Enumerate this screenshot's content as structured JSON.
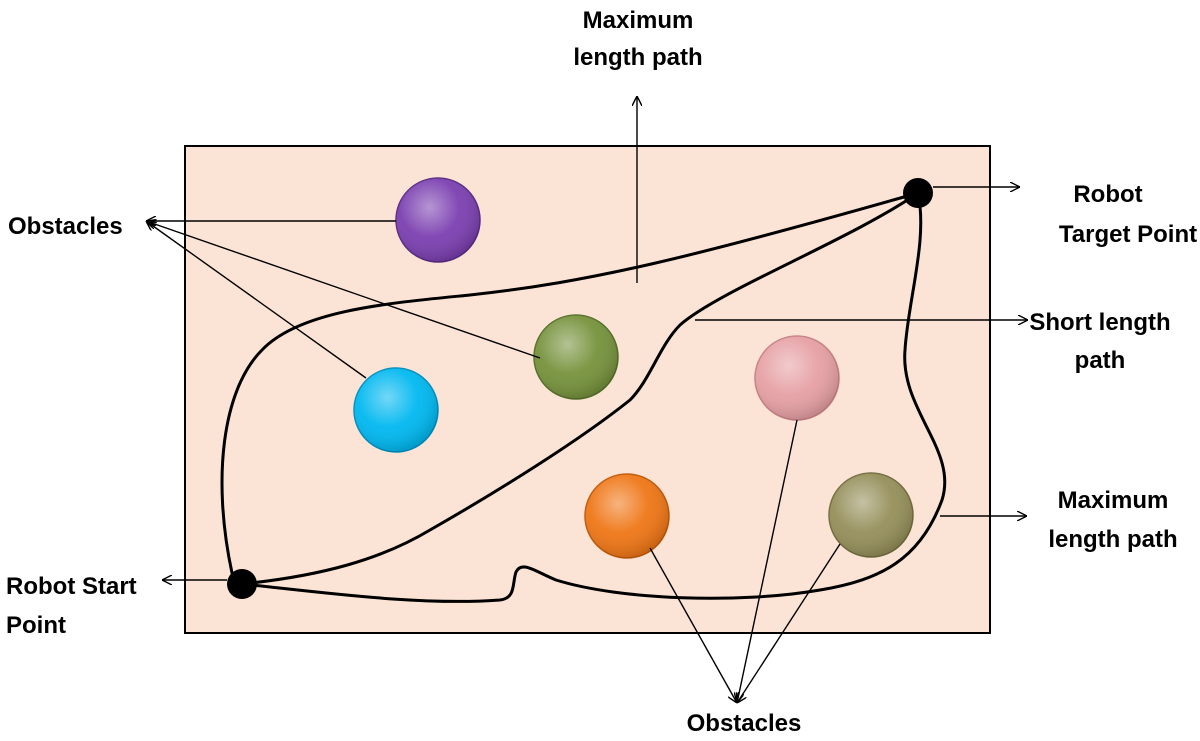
{
  "labels": {
    "top_max_path_line1": "Maximum",
    "top_max_path_line2": "length path",
    "obstacles_left": "Obstacles",
    "target_line1": "Robot",
    "target_line2": "Target Point",
    "short_path_line1": "Short length",
    "short_path_line2": "path",
    "right_max_path_line1": "Maximum",
    "right_max_path_line2": "length path",
    "start_line1": "Robot Start",
    "start_line2": "Point",
    "obstacles_bottom": "Obstacles"
  },
  "colors": {
    "environment_fill": "#fbe4d5",
    "obstacle_purple": "#7b3fb0",
    "obstacle_green": "#76923c",
    "obstacle_cyan": "#00b8f0",
    "obstacle_pink": "#e6a0a4",
    "obstacle_orange": "#ef7616",
    "obstacle_olive": "#958f5a"
  }
}
